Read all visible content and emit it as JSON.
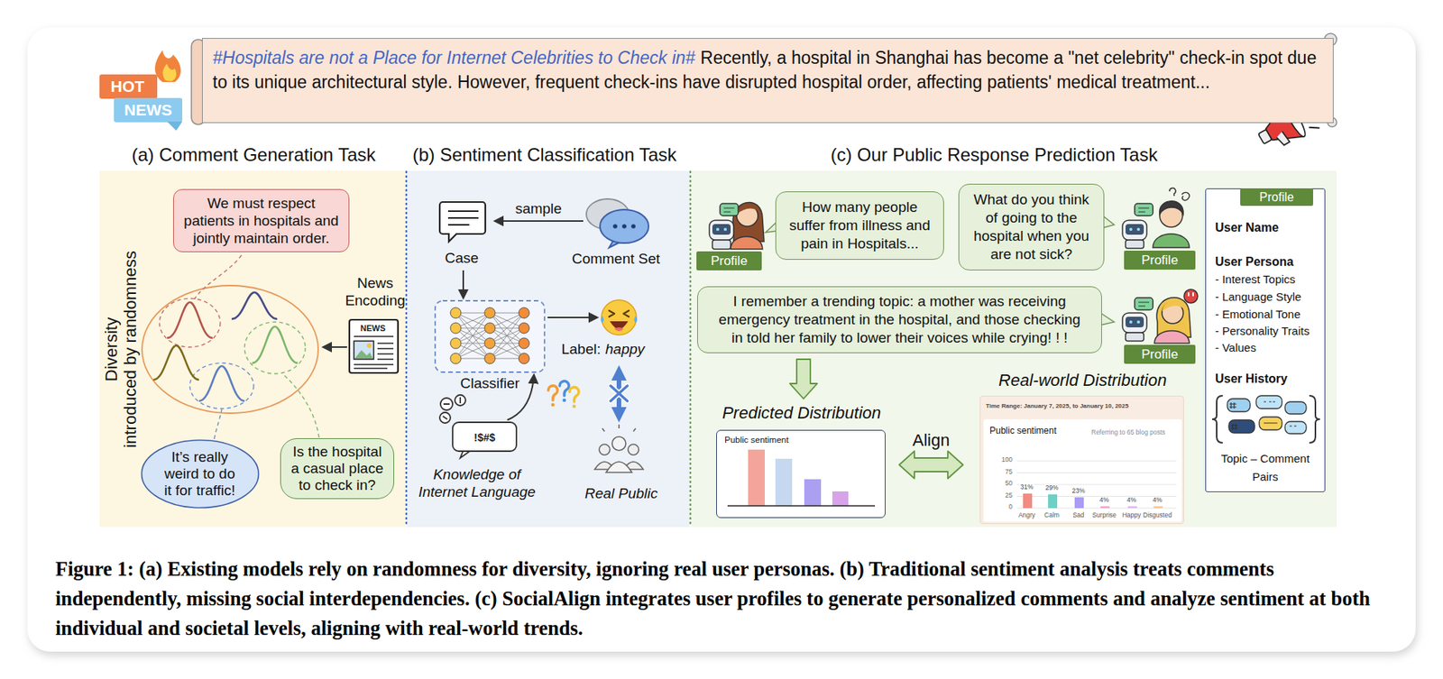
{
  "diagram": {
    "caption": "Figure 1: (a) Existing models rely on randomness for diversity, ignoring real user personas. (b) Traditional sentiment analysis treats comments independently, missing social interdependencies. (c) SocialAlign integrates user profiles to generate personalized comments and analyze sentiment at both individual and societal levels, aligning with real-world trends.",
    "nodes": [
      {
        "text": [
          "#Hospitals are not a Place for Internet Celebrities to Check in#",
          "Recently, a hospital in Shanghai has become a \"net celebrity\" check-in spot due to its unique architectural style. However, frequent check-ins have disrupted hospital order, affecting patients' medical treatment..."
        ]
      },
      {
        "text": [
          "We must respect patients in hospitals and jointly maintain order."
        ]
      },
      {
        "text": [
          "It’s really weird to do it for traffic!"
        ]
      },
      {
        "text": [
          "Is the hospital a casual place to check in?"
        ]
      },
      {
        "text": [
          "How many people suffer from illness and pain in Hospitals..."
        ]
      },
      {
        "text": [
          "Profile"
        ]
      },
      {
        "text": [
          "What do you think of going to the hospital when you are not sick?"
        ]
      },
      {
        "text": [
          "Profile"
        ]
      },
      {
        "text": [
          "User Name",
          "User Persona",
          "- Interest Topics",
          "- Language Style",
          "- Emotional Tone",
          "- Personality Traits",
          "- Values",
          "User History",
          "Topic – Comment Pairs"
        ]
      },
      {
        "text": [
          "Profile"
        ],
        "in": 8
      },
      {
        "text": [
          "I remember a trending topic: a mother was receiving emergency treatment in the hospital, and those checking in told her family to lower their voices while crying! ! !"
        ]
      },
      {
        "text": [
          "Profile"
        ]
      },
      {
        "text": [
          "Predicted Distribution",
          "Public sentiment"
        ]
      },
      {
        "text": [
          "Real-world Distribution",
          "Time Range: January 7, 2025, to January 10, 2025",
          "Public sentiment",
          "Referring to 65 blog posts"
        ]
      }
    ],
    "edges": [
      {
        "from": 10,
        "to": 12,
        "arrow": "to"
      },
      {
        "from": 12,
        "to": 13,
        "label": "Align",
        "arrow": "both"
      }
    ],
    "labels": [
      "HOT",
      "NEWS",
      "(a) Comment Generation Task",
      "(b) Sentiment Classification Task",
      "(c) Our Public Response Prediction Task",
      "Diversity",
      "introduced by randomness",
      "News Encoding",
      "NEWS",
      "sample",
      "Case",
      "Comment Set",
      "Classifier",
      "Label:",
      "happy",
      "!$#$",
      "Knowledge of Internet Language",
      "Real Public",
      "100",
      "75",
      "50",
      "25",
      "0",
      "31%",
      "29%",
      "23%",
      "4%",
      "4%",
      "4%",
      "Angry",
      "Calm",
      "Sad",
      "Surprise",
      "Happy",
      "Disgusted"
    ]
  }
}
